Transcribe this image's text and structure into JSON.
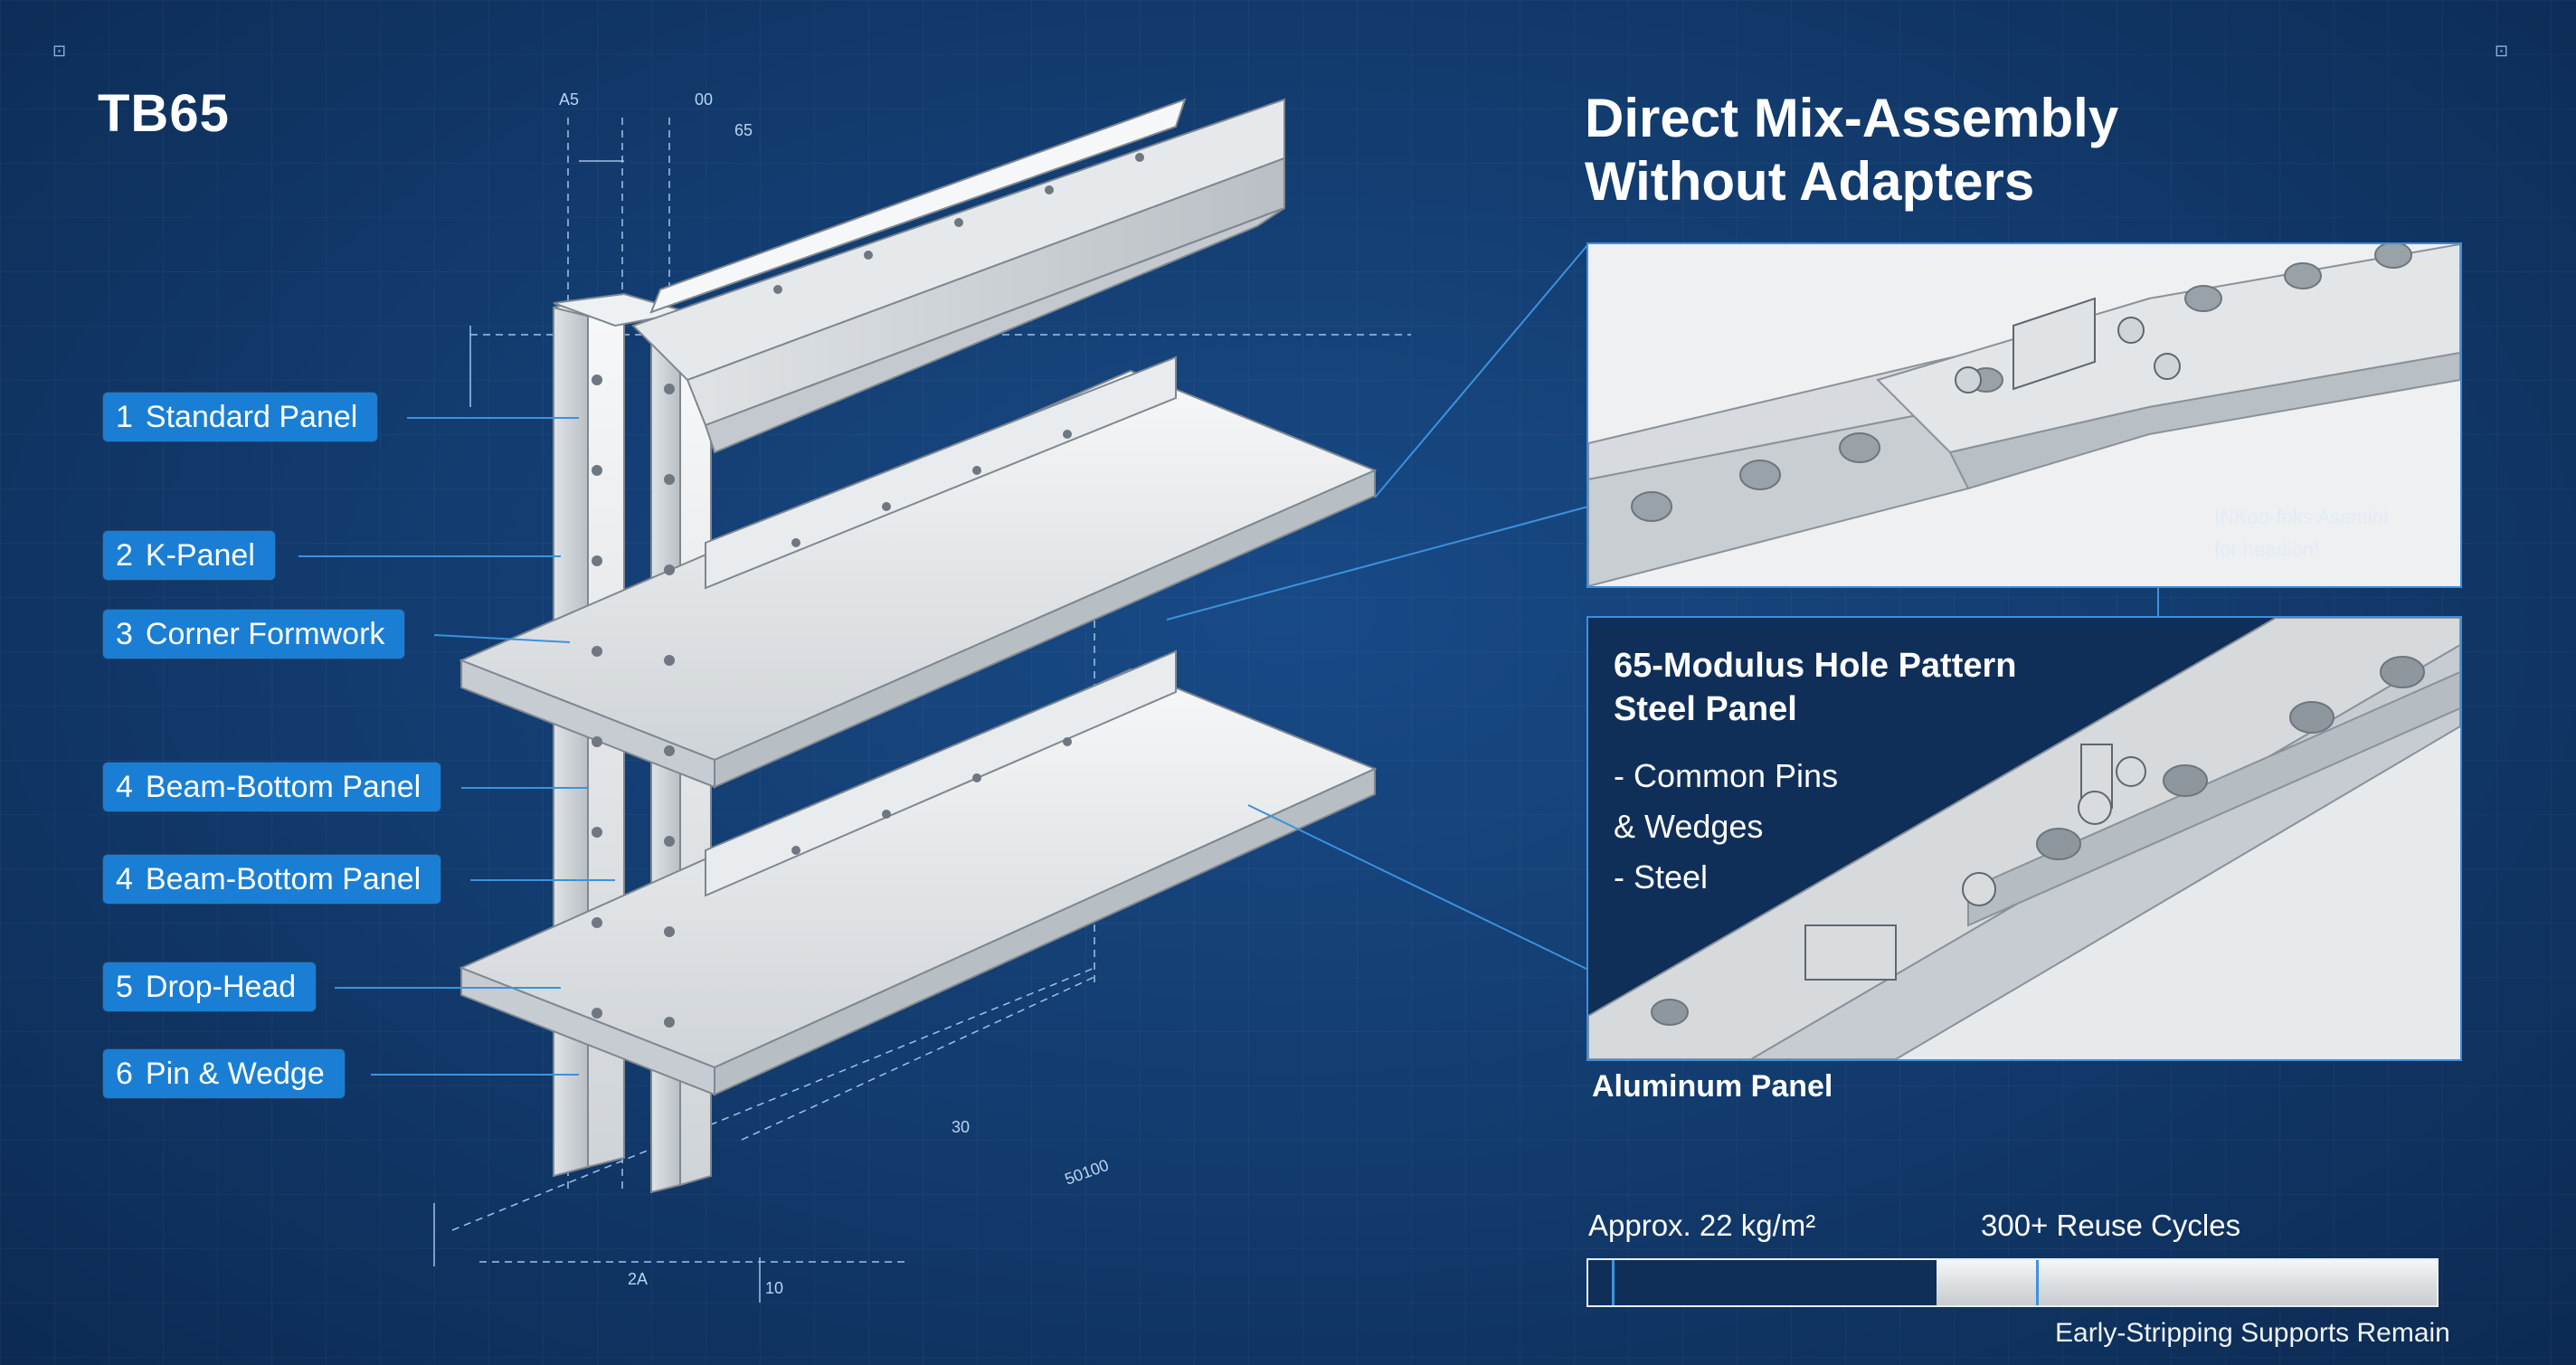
{
  "header": {
    "model": "TB65",
    "headline_line1": "Direct Mix-Assembly",
    "headline_line2": "Without Adapters"
  },
  "corner_marks": [
    "⊡",
    "⊡"
  ],
  "components": [
    {
      "num": "1",
      "label": "Standard Panel"
    },
    {
      "num": "2",
      "label": "K-Panel"
    },
    {
      "num": "3",
      "label": "Corner Formwork"
    },
    {
      "num": "4",
      "label": "Beam-Bottom Panel"
    },
    {
      "num": "4",
      "label": "Beam-Bottom Panel"
    },
    {
      "num": "5",
      "label": "Drop-Head"
    },
    {
      "num": "6",
      "label": "Pin & Wedge"
    }
  ],
  "dimension_labels": [
    "A5",
    "00",
    "65",
    "30",
    "2A",
    "10",
    "50100"
  ],
  "detail": {
    "note_line1": "INKoo-foks Asemint",
    "note_line2": "for headion!",
    "steel_title_line1": "65-Modulus Hole Pattern",
    "steel_title_line2": "Steel Panel",
    "steel_features": [
      "- Common Pins",
      "& Wedges",
      "- Steel"
    ],
    "aluminum_label": "Aluminum Panel"
  },
  "stats": {
    "weight": "Approx. 22 kg/m²",
    "cycles": "300+ Reuse Cycles",
    "footer": "Early-Stripping Supports Remain",
    "bar_dark_fraction": 0.41
  },
  "colors": {
    "background": "#123a6c",
    "accent": "#1a7fd4",
    "leader": "#3d92dc",
    "metal": "#e4e7ea"
  }
}
